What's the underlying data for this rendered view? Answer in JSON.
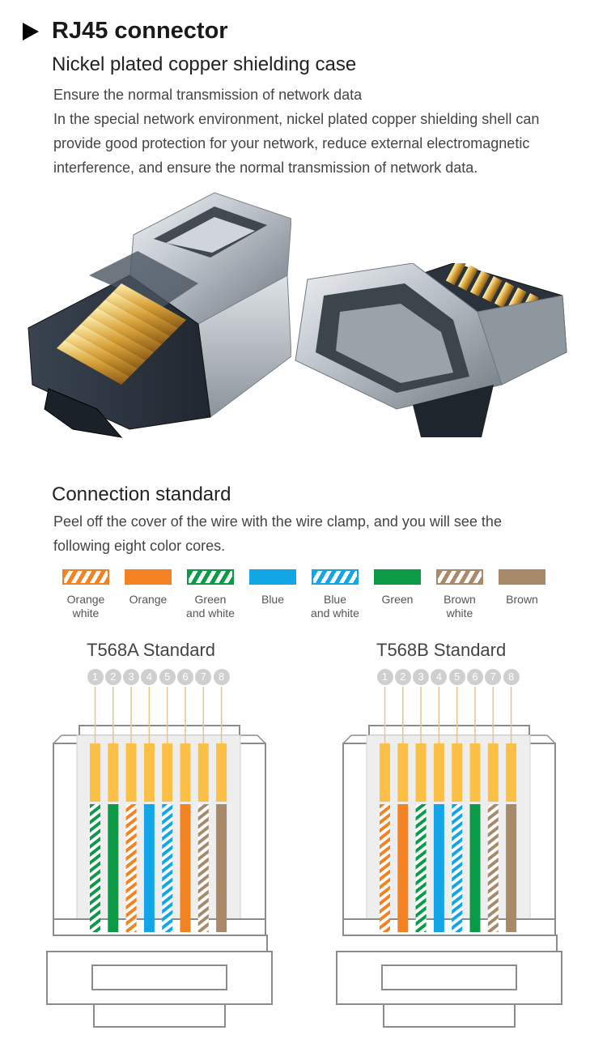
{
  "header": {
    "title": "RJ45 connector",
    "subtitle": "Nickel plated copper shielding case",
    "paragraph_lines": [
      "Ensure the normal transmission of network data",
      "In the special network environment, nickel plated copper shielding shell can",
      "provide good protection for your network, reduce external electromagnetic",
      "interference, and ensure the normal transmission of network data."
    ]
  },
  "connection": {
    "title": "Connection standard",
    "paragraph_lines": [
      "Peel off the cover of the wire with the wire clamp, and you will see the",
      "following eight color cores."
    ]
  },
  "colors": {
    "orange": "#F58220",
    "green": "#0B9B47",
    "blue": "#12A6E6",
    "brown": "#A8896A",
    "gold": "#FDC046",
    "outline": "#8C8C8C",
    "body_fill": "#EEEEEE"
  },
  "wire_colors": [
    {
      "line1": "Orange",
      "line2": "white",
      "color": "orange",
      "striped": true
    },
    {
      "line1": "Orange",
      "line2": "",
      "color": "orange",
      "striped": false
    },
    {
      "line1": "Green",
      "line2": "and white",
      "color": "green",
      "striped": true
    },
    {
      "line1": "Blue",
      "line2": "",
      "color": "blue",
      "striped": false
    },
    {
      "line1": "Blue",
      "line2": "and white",
      "color": "blue",
      "striped": true
    },
    {
      "line1": "Green",
      "line2": "",
      "color": "green",
      "striped": false
    },
    {
      "line1": "Brown",
      "line2": "white",
      "color": "brown",
      "striped": true
    },
    {
      "line1": "Brown",
      "line2": "",
      "color": "brown",
      "striped": false
    }
  ],
  "standards": [
    {
      "title": "T568A Standard",
      "pins": [
        "1",
        "2",
        "3",
        "4",
        "5",
        "6",
        "7",
        "8"
      ],
      "wires": [
        {
          "color": "green",
          "striped": true
        },
        {
          "color": "green",
          "striped": false
        },
        {
          "color": "orange",
          "striped": true
        },
        {
          "color": "blue",
          "striped": false
        },
        {
          "color": "blue",
          "striped": true
        },
        {
          "color": "orange",
          "striped": false
        },
        {
          "color": "brown",
          "striped": true
        },
        {
          "color": "brown",
          "striped": false
        }
      ]
    },
    {
      "title": "T568B Standard",
      "pins": [
        "1",
        "2",
        "3",
        "4",
        "5",
        "6",
        "7",
        "8"
      ],
      "wires": [
        {
          "color": "orange",
          "striped": true
        },
        {
          "color": "orange",
          "striped": false
        },
        {
          "color": "green",
          "striped": true
        },
        {
          "color": "blue",
          "striped": false
        },
        {
          "color": "blue",
          "striped": true
        },
        {
          "color": "green",
          "striped": false
        },
        {
          "color": "brown",
          "striped": true
        },
        {
          "color": "brown",
          "striped": false
        }
      ]
    }
  ]
}
